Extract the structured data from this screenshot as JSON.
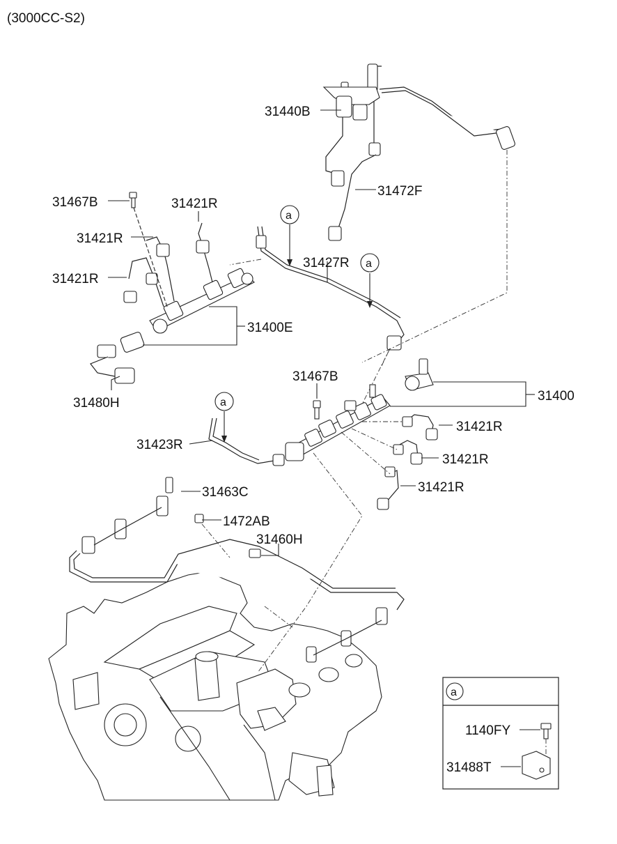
{
  "header": {
    "variant": "(3000CC-S2)"
  },
  "callout": "a",
  "parts": {
    "p31440B": "31440B",
    "p31472F": "31472F",
    "p31467B_top": "31467B",
    "p31421R_1": "31421R",
    "p31421R_2": "31421R",
    "p31421R_3": "31421R",
    "p31427R": "31427R",
    "p31400E": "31400E",
    "p31480H": "31480H",
    "p31467B_mid": "31467B",
    "p31400": "31400",
    "p31421R_4": "31421R",
    "p31421R_5": "31421R",
    "p31421R_6": "31421R",
    "p31423R": "31423R",
    "p31463C": "31463C",
    "p1472AB": "1472AB",
    "p31460H": "31460H"
  },
  "detail_box": {
    "callout": "a",
    "p1140FY": "1140FY",
    "p31488T": "31488T"
  }
}
